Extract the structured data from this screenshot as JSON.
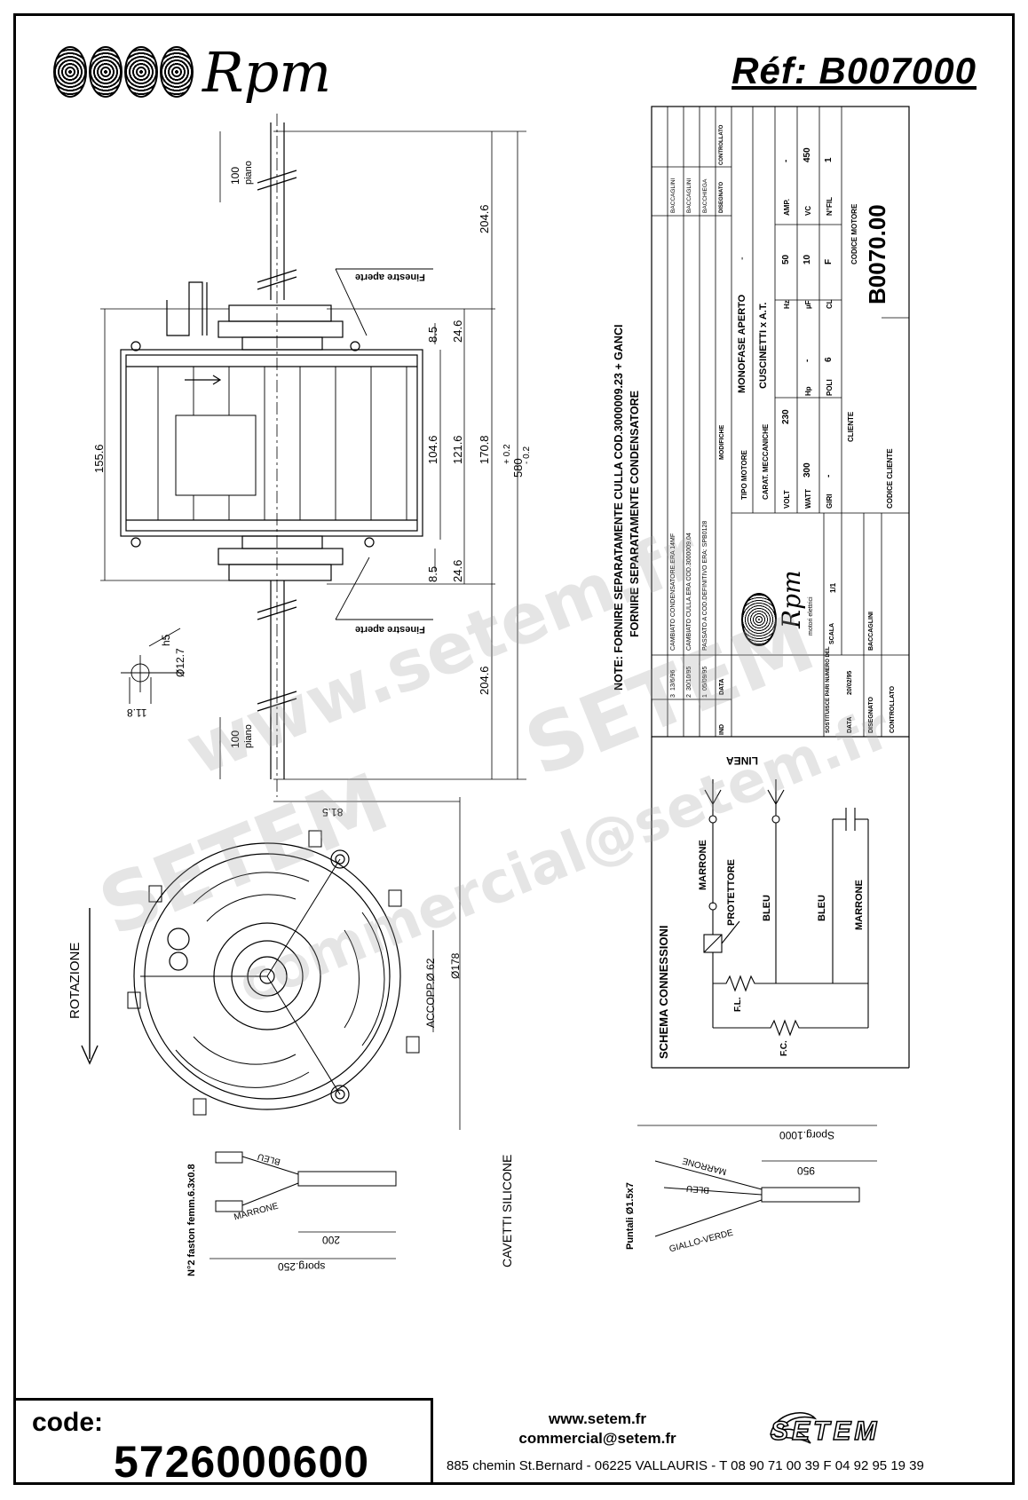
{
  "header": {
    "brand": "Rpm",
    "reference": "Réf:  B007000"
  },
  "drawing": {
    "dims": {
      "piano_top": "100",
      "piano_top_label": "piano",
      "d204_top": "204.6",
      "d8_top": "8.5",
      "d24_top": "24.6",
      "d155": "155.6",
      "d104": "104.6",
      "d121": "121.6",
      "d170": "170.8",
      "d580": "580",
      "tol_plus": "+ 0.2",
      "tol_minus": "- 0.2",
      "d8_bot": "8.5",
      "d24_bot": "24.6",
      "d204_bot": "204.6",
      "piano_bot": "100",
      "piano_bot_label": "piano",
      "h5": "h5",
      "d12": "Ø12.7",
      "d11": "11.8",
      "d81": "81.5",
      "accopp": "ACCOPP.Ø 62",
      "d178": "Ø178",
      "finestre_top": "Finestre aperte",
      "finestre_bot": "Finestre aperte",
      "rotazione": "ROTAZIONE",
      "cavetti": "CAVETTI SILICONE"
    },
    "cables_left": {
      "faston": "N°2 faston femm.6.3x0.8",
      "bleu": "BLEU",
      "marrone": "MARRONE",
      "d200": "200",
      "sporg": "sporg.250"
    },
    "cables_right": {
      "puntali": "Puntali Ø1.5x7",
      "marrone": "MARRONE",
      "bleu": "BLEU",
      "giallo": "GIALLO-VERDE",
      "d950": "950",
      "sporg": "Sporg.1000"
    }
  },
  "notes": {
    "line1": "NOTE: FORNIRE SEPARATAMENTE CULLA COD.3000009.23 + GANCI",
    "line2": "FORNIRE SEPARATAMENTE CONDENSATORE"
  },
  "title_block": {
    "revisions": [
      {
        "ind": "3",
        "data": "13/6/96",
        "modifiche": "CAMBIATO CONDENSATORE.ERA 14MF",
        "disegnato": "BACCAGLINI"
      },
      {
        "ind": "2",
        "data": "30/10/95",
        "modifiche": "CAMBIATO CULLA.ERA COD.3000009.04",
        "disegnato": "BACCAGLINI"
      },
      {
        "ind": "1",
        "data": "05/09/95",
        "modifiche": "PASSATO A COD.DEFINITIVO ERA: SPB0128",
        "disegnato": "BACCHIEGA"
      }
    ],
    "rev_headers": {
      "ind": "IND",
      "data": "DATA",
      "modifiche": "MODIFICHE",
      "disegnato": "DISEGNATO",
      "controllato": "CONTROLLATO"
    },
    "logo_sub": "motori elettrici",
    "tipo_motore_label": "TIPO MOTORE",
    "tipo_motore": "MONOFASE APERTO",
    "carat_label": "CARAT. MECCANICHE",
    "carat": "CUSCINETTI x A.T.",
    "volt_label": "VOLT",
    "volt": "230",
    "hz_label": "Hz",
    "hz": "50",
    "amp_label": "AMP.",
    "amp": "-",
    "watt_label": "WATT",
    "watt": "300",
    "hp_label": "Hp",
    "hp": "-",
    "uf_label": "µF",
    "uf": "10",
    "vc_label": "VC",
    "vc": "450",
    "giri_label": "GIRI",
    "giri": "-",
    "poli_label": "POLI",
    "poli": "6",
    "cl_label": "CL",
    "cl": "F",
    "nfil_label": "N°FIL",
    "nfil": "1",
    "cliente_label": "CLIENTE",
    "codice_motore_label": "CODICE MOTORE",
    "codice_motore": "B0070.00",
    "codice_cliente_label": "CODICE CLIENTE",
    "sostituisce_label": "SOSTITUISCE PARI NUMERO DEL",
    "scala_label": "SCALA",
    "scala": "1/1",
    "data_label": "DATA",
    "data": "20/02/95",
    "disegnato_label": "DISEGNATO",
    "disegnato": "BACCAGLINI",
    "controllato_label": "CONTROLLATO"
  },
  "schema": {
    "title": "SCHEMA CONNESSIONI",
    "linea": "LINEA",
    "marrone1": "MARRONE",
    "protettore": "PROTETTORE",
    "bleu1": "BLEU",
    "bleu2": "BLEU",
    "marrone2": "MARRONE",
    "fl": "F.L.",
    "fc": "F.C."
  },
  "watermark": {
    "line1": "www.setem.fr",
    "line2": "SETEM",
    "line3": "commercial@setem.fr",
    "line4": "SETEM"
  },
  "footer": {
    "code_label": "code:",
    "code_value": "5726000600",
    "website": "www.setem.fr",
    "email": "commercial@setem.fr",
    "address": "885 chemin St.Bernard  -  06225 VALLAURIS  -  T 08 90 71 00 39  F 04 92 95 19 39",
    "logo_text": "SETEM"
  }
}
